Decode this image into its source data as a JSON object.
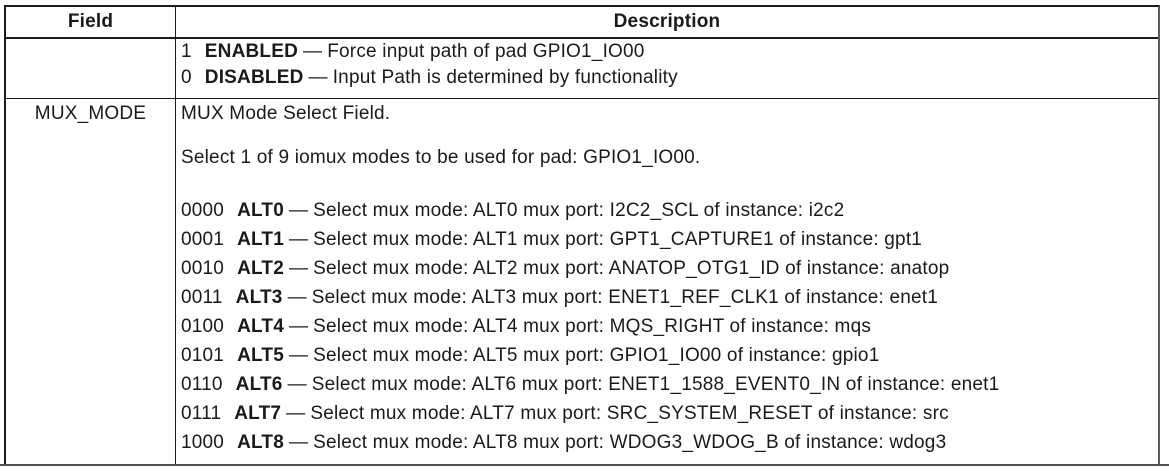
{
  "header": {
    "field": "Field",
    "description": "Description"
  },
  "dash": "—",
  "rows": [
    {
      "field": "",
      "values": [
        {
          "value": "1",
          "term": "ENABLED",
          "text": "Force input path of pad GPIO1_IO00"
        },
        {
          "value": "0",
          "term": "DISABLED",
          "text": "Input Path is determined by functionality"
        }
      ]
    },
    {
      "field": "MUX_MODE",
      "intro_1": "MUX Mode Select Field.",
      "intro_2": "Select 1 of 9 iomux modes to be used for pad: GPIO1_IO00.",
      "values": [
        {
          "value": "0000",
          "term": "ALT0",
          "text": "Select mux mode: ALT0 mux port: I2C2_SCL of instance: i2c2"
        },
        {
          "value": "0001",
          "term": "ALT1",
          "text": "Select mux mode: ALT1 mux port: GPT1_CAPTURE1 of instance: gpt1"
        },
        {
          "value": "0010",
          "term": "ALT2",
          "text": "Select mux mode: ALT2 mux port: ANATOP_OTG1_ID of instance: anatop"
        },
        {
          "value": "0011",
          "term": "ALT3",
          "text": "Select mux mode: ALT3 mux port: ENET1_REF_CLK1 of instance: enet1"
        },
        {
          "value": "0100",
          "term": "ALT4",
          "text": "Select mux mode: ALT4 mux port: MQS_RIGHT of instance: mqs"
        },
        {
          "value": "0101",
          "term": "ALT5",
          "text": "Select mux mode: ALT5 mux port: GPIO1_IO00 of instance: gpio1"
        },
        {
          "value": "0110",
          "term": "ALT6",
          "text": "Select mux mode: ALT6 mux port: ENET1_1588_EVENT0_IN of instance: enet1"
        },
        {
          "value": "0111",
          "term": "ALT7",
          "text": "Select mux mode: ALT7 mux port: SRC_SYSTEM_RESET of instance: src"
        },
        {
          "value": "1000",
          "term": "ALT8",
          "text": "Select mux mode: ALT8 mux port: WDOG3_WDOG_B of instance: wdog3"
        }
      ]
    }
  ],
  "colors": {
    "text": "#1a1a1a",
    "table_border": "#1b1b1b",
    "bottom_rule": "#4f4f4f"
  }
}
